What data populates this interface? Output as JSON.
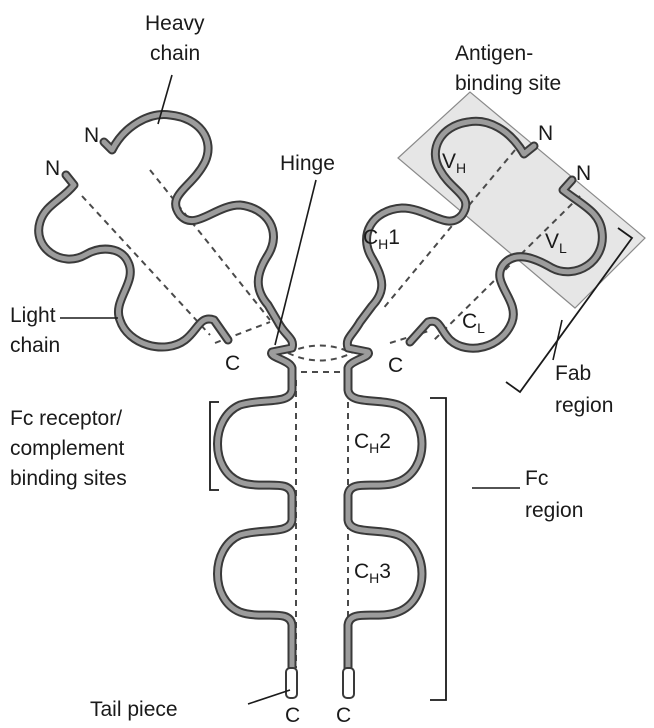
{
  "labels": {
    "heavy_chain": [
      "Heavy",
      "chain"
    ],
    "antigen_binding_site": [
      "Antigen-",
      "binding site"
    ],
    "hinge": "Hinge",
    "light_chain": [
      "Light",
      "chain"
    ],
    "fc_receptor": [
      "Fc receptor/",
      "complement",
      "binding sites"
    ],
    "fab_region": [
      "Fab",
      "region"
    ],
    "fc_region": [
      "Fc",
      "region"
    ],
    "tail_piece": "Tail piece",
    "n_terminus": "N",
    "c_terminus": "C",
    "domains": {
      "vh": {
        "base": "V",
        "sub": "H"
      },
      "vl": {
        "base": "V",
        "sub": "L"
      },
      "ch1": {
        "base": "C",
        "sub": "H",
        "suffix": "1"
      },
      "cl": {
        "base": "C",
        "sub": "L"
      },
      "ch2": {
        "base": "C",
        "sub": "H",
        "suffix": "2"
      },
      "ch3": {
        "base": "C",
        "sub": "H",
        "suffix": "3"
      }
    }
  },
  "colors": {
    "chain_outline": "#3a3a3a",
    "chain_fill": "#9c9c9c",
    "antigen_site_box": "#e6e6e6",
    "text": "#1a1a1a"
  }
}
